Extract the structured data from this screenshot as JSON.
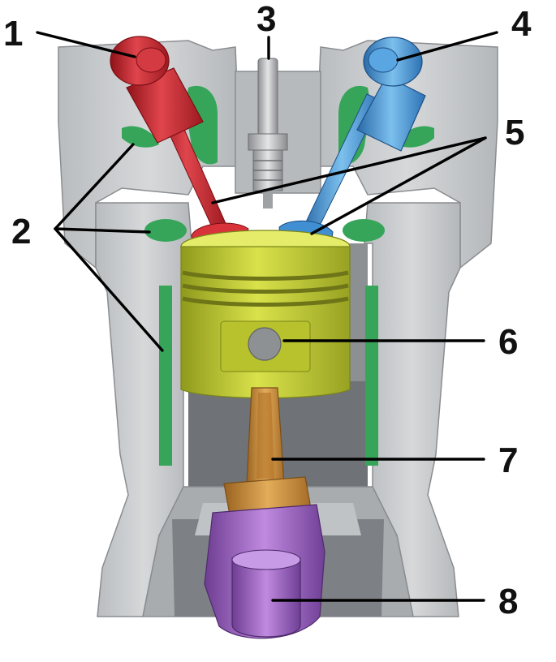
{
  "figure": {
    "labels": [
      "1",
      "2",
      "3",
      "4",
      "5",
      "6",
      "7",
      "8"
    ]
  },
  "colors": {
    "block": "#c9cbcd",
    "block_shade": "#a4a7aa",
    "block_dark": "#7d8084",
    "coolant": "#36a55a",
    "intake_valve": "#c0222c",
    "exhaust_valve": "#3f8fd2",
    "piston": "#c4cf32",
    "connecting_rod": "#c98d3d",
    "crankshaft": "#9b5bc0"
  }
}
